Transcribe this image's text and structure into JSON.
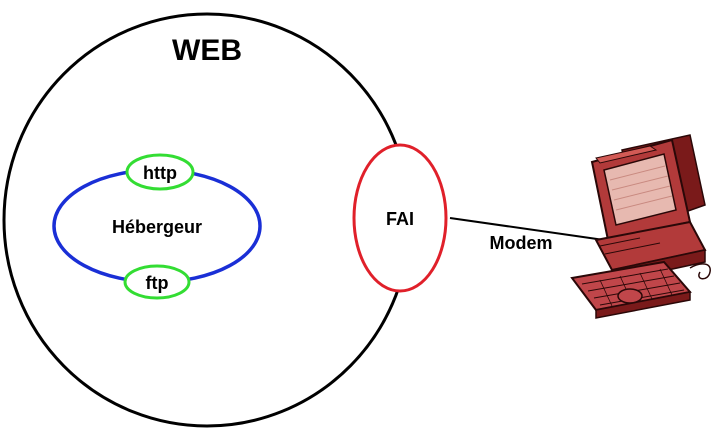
{
  "diagram": {
    "web_label": "WEB",
    "hebergeur_label": "Hébergeur",
    "http_label": "http",
    "ftp_label": "ftp",
    "fai_label": "FAI",
    "modem_label": "Modem"
  },
  "colors": {
    "web_stroke": "#000000",
    "hebergeur_stroke": "#1a2fd6",
    "protocol_stroke": "#33dd33",
    "fai_stroke": "#e0202a",
    "computer_fill": "#b23a3a",
    "computer_dark": "#7a1a1a",
    "computer_light": "#e7b9b0"
  },
  "icons": {
    "computer": "desktop-computer-icon"
  }
}
